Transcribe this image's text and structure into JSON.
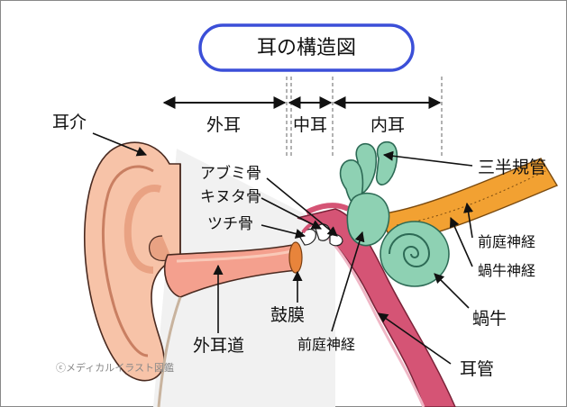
{
  "title": "耳の構造図",
  "sections": {
    "outer": "外耳",
    "middle": "中耳",
    "inner": "内耳"
  },
  "labels": {
    "auricle": "耳介",
    "stapes": "アブミ骨",
    "incus": "キヌタ骨",
    "malleus": "ツチ骨",
    "semicircular_canals": "三半規管",
    "vestibular_nerve": "前庭神経",
    "cochlear_nerve": "蝸牛神経",
    "cochlea": "蝸牛",
    "ear_canal": "外耳道",
    "eardrum": "鼓膜",
    "vestibular_nerve_lower": "前庭神経",
    "eustachian_tube": "耳管"
  },
  "credit": "ⓒメディカルイラスト図鑑",
  "colors": {
    "skin": "#f7c3a8",
    "skin_dark": "#e9a283",
    "canal": "#f4a08e",
    "tube": "#d55475",
    "tube_light": "#e98aa2",
    "inner_ear": "#8ed1b3",
    "inner_ear_stroke": "#2d6a55",
    "nerve": "#f2a132",
    "eardrum": "#e8843b",
    "title_border": "#3b4fd8"
  }
}
